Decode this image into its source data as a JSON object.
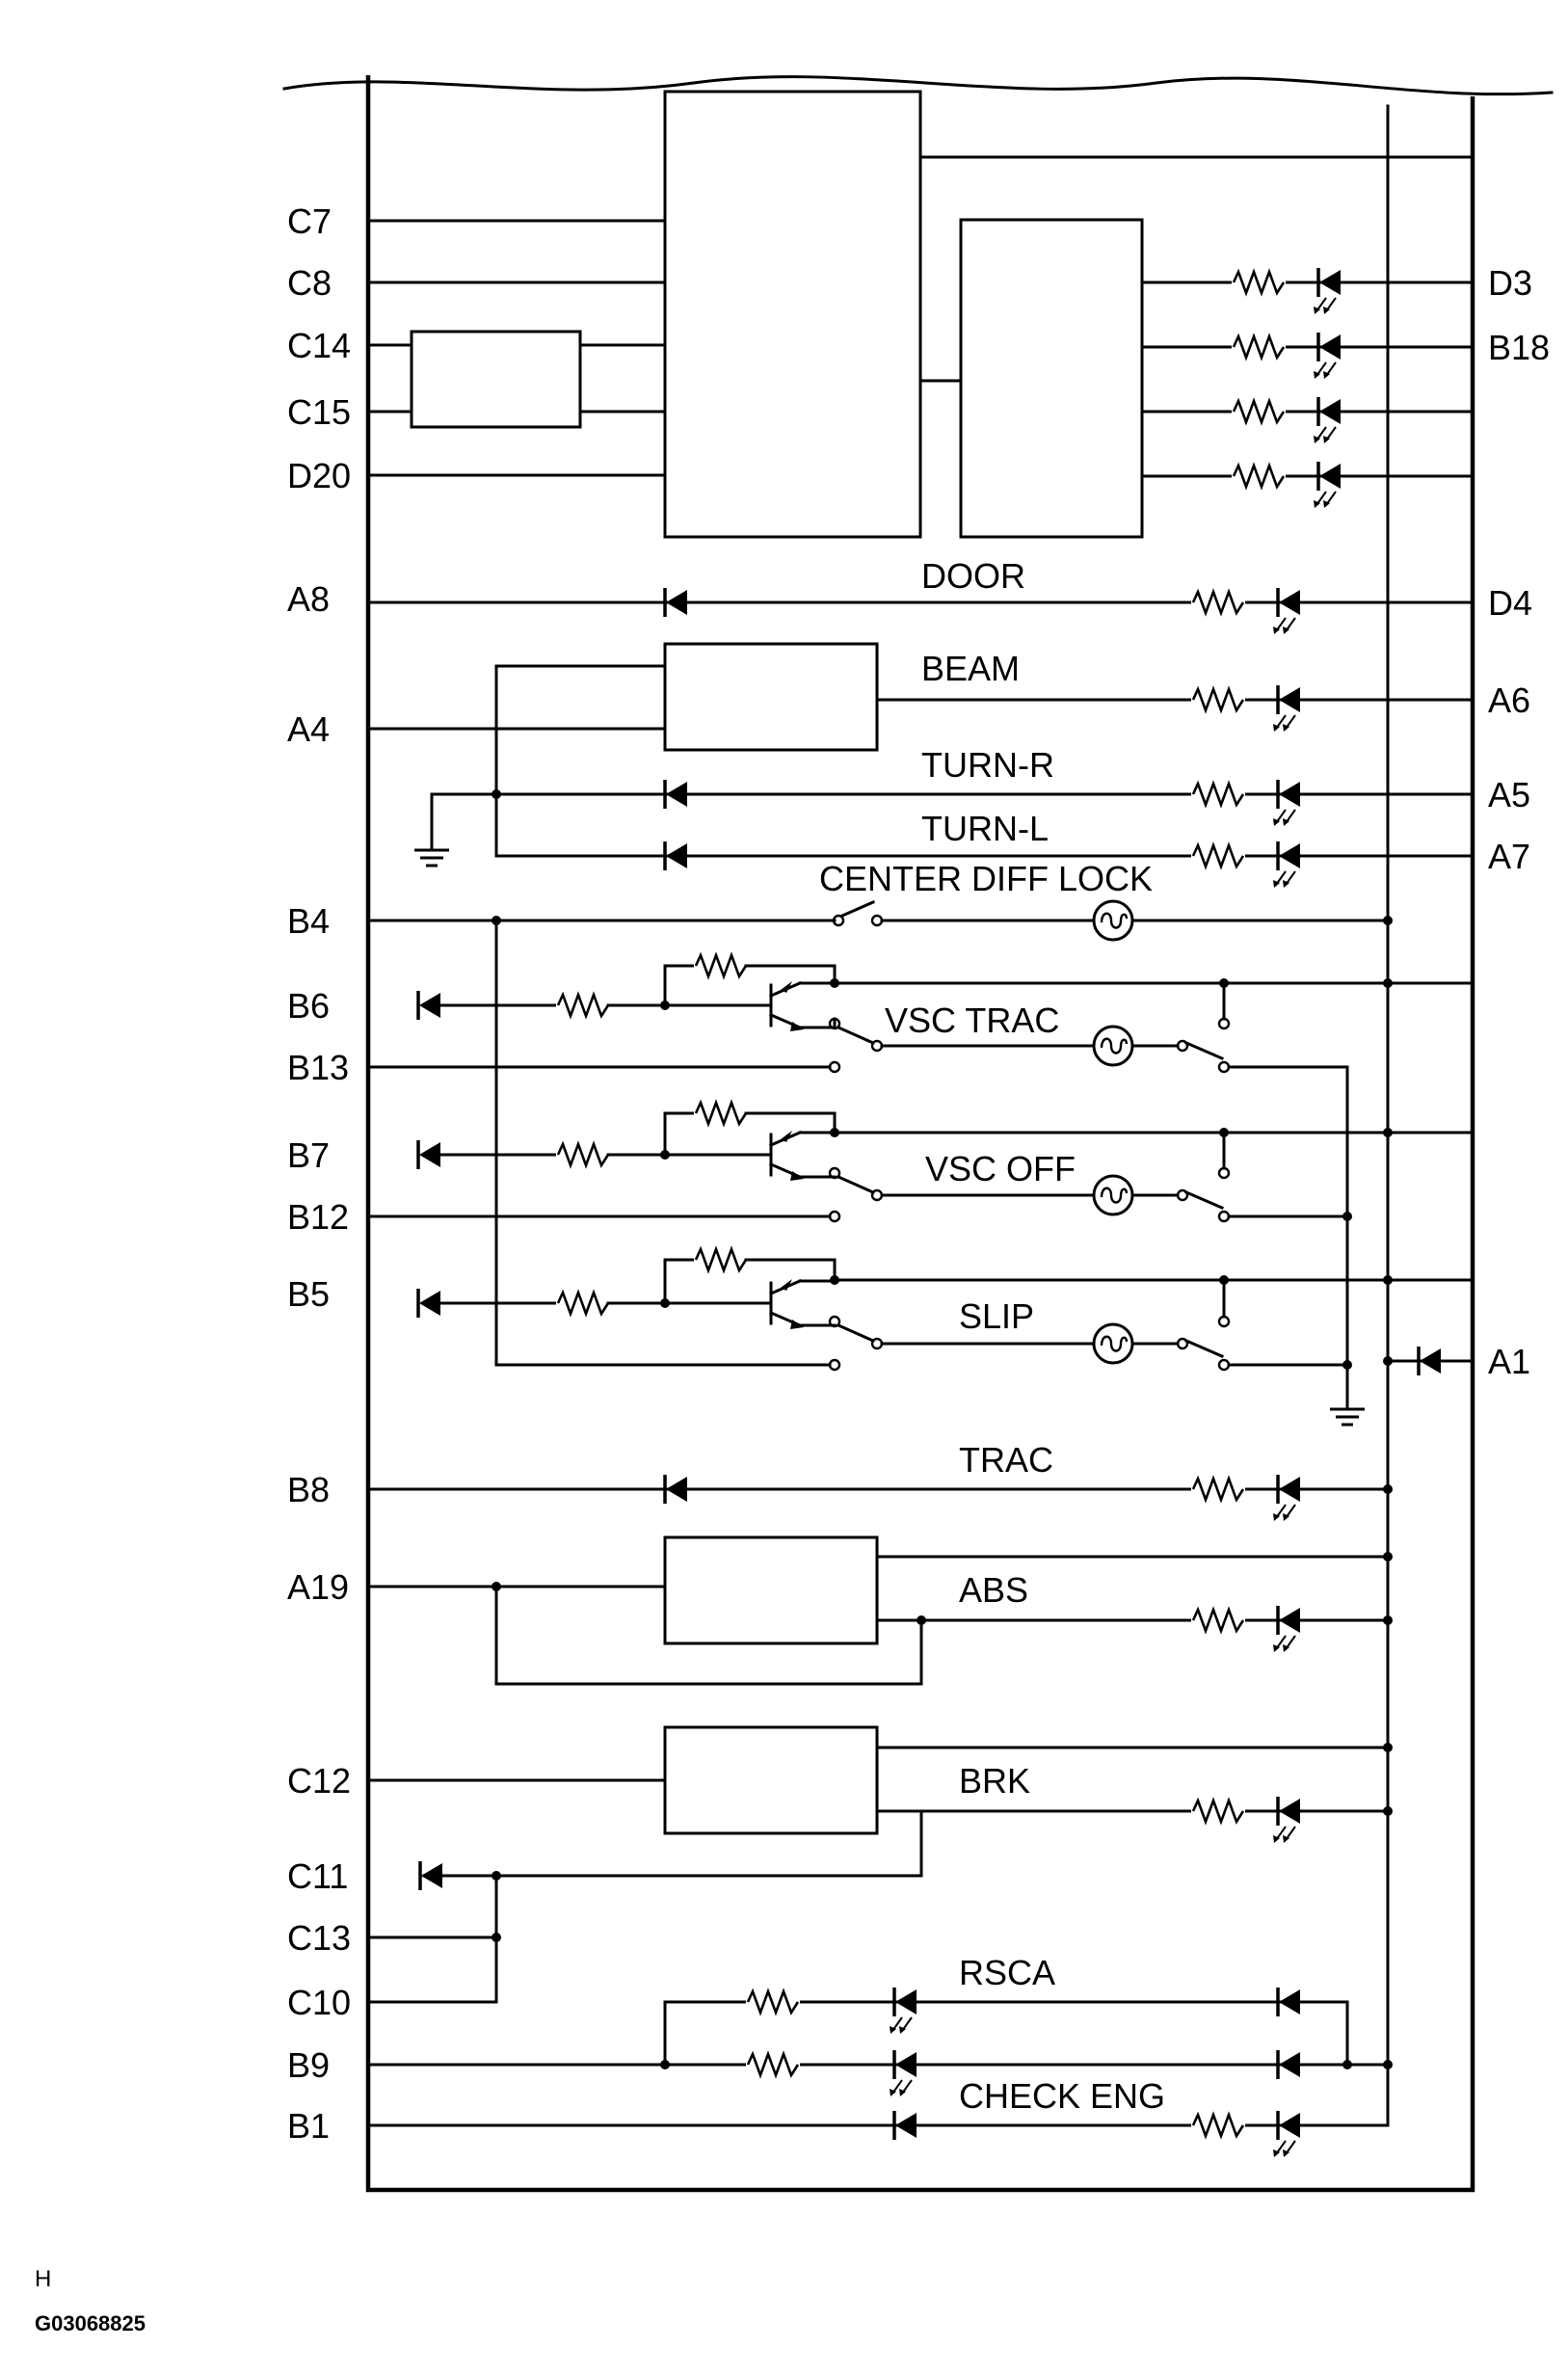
{
  "pins_left": {
    "c7": "C7",
    "c8": "C8",
    "c14": "C14",
    "c15": "C15",
    "d20": "D20",
    "a8": "A8",
    "a4": "A4",
    "b4": "B4",
    "b6": "B6",
    "b13": "B13",
    "b7": "B7",
    "b12": "B12",
    "b5": "B5",
    "b8": "B8",
    "a19": "A19",
    "c12": "C12",
    "c11": "C11",
    "c13": "C13",
    "c10": "C10",
    "b9": "B9",
    "b1": "B1"
  },
  "pins_right": {
    "d3": "D3",
    "b18": "B18",
    "d4": "D4",
    "a6": "A6",
    "a5": "A5",
    "a7": "A7",
    "a1": "A1"
  },
  "labels": {
    "door": "DOOR",
    "beam": "BEAM",
    "turn_r": "TURN-R",
    "turn_l": "TURN-L",
    "center_diff_lock": "CENTER DIFF LOCK",
    "vsc_trac": "VSC TRAC",
    "vsc_off": "VSC OFF",
    "slip": "SLIP",
    "trac": "TRAC",
    "abs": "ABS",
    "brk": "BRK",
    "rsca": "RSCA",
    "check_eng": "CHECK ENG"
  },
  "footer": {
    "mark": "H",
    "code": "G03068825"
  }
}
